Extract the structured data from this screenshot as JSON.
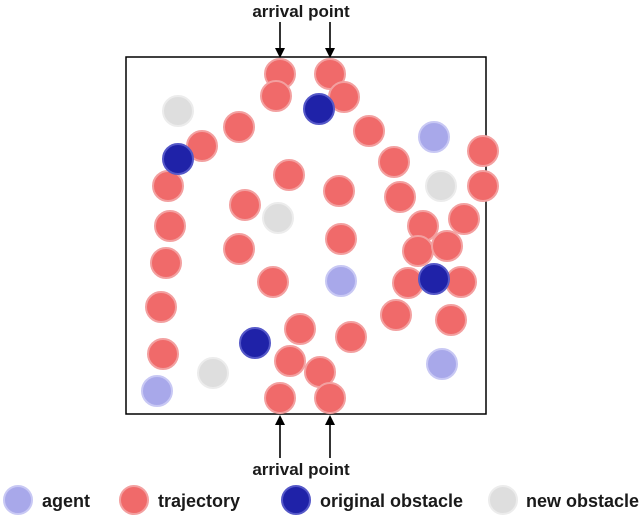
{
  "labels": {
    "arrival_top": "arrival point",
    "arrival_bottom": "arrival point"
  },
  "legend": [
    {
      "key": "agent",
      "label": "agent",
      "color": "#a8a8ea",
      "stroke": "#c8c8f4"
    },
    {
      "key": "trajectory",
      "label": "trajectory",
      "color": "#f06a6a",
      "stroke": "#f3a0a0"
    },
    {
      "key": "original_obstacle",
      "label": "original obstacle",
      "color": "#1f22a8",
      "stroke": "#5558c8"
    },
    {
      "key": "new_obstacle",
      "label": "new obstacle",
      "color": "#dedede",
      "stroke": "#ececec"
    }
  ],
  "colors": {
    "agent": "#a8a8ea",
    "trajectory": "#f06a6a",
    "original_obstacle": "#1f22a8",
    "new_obstacle": "#dedede"
  }
}
